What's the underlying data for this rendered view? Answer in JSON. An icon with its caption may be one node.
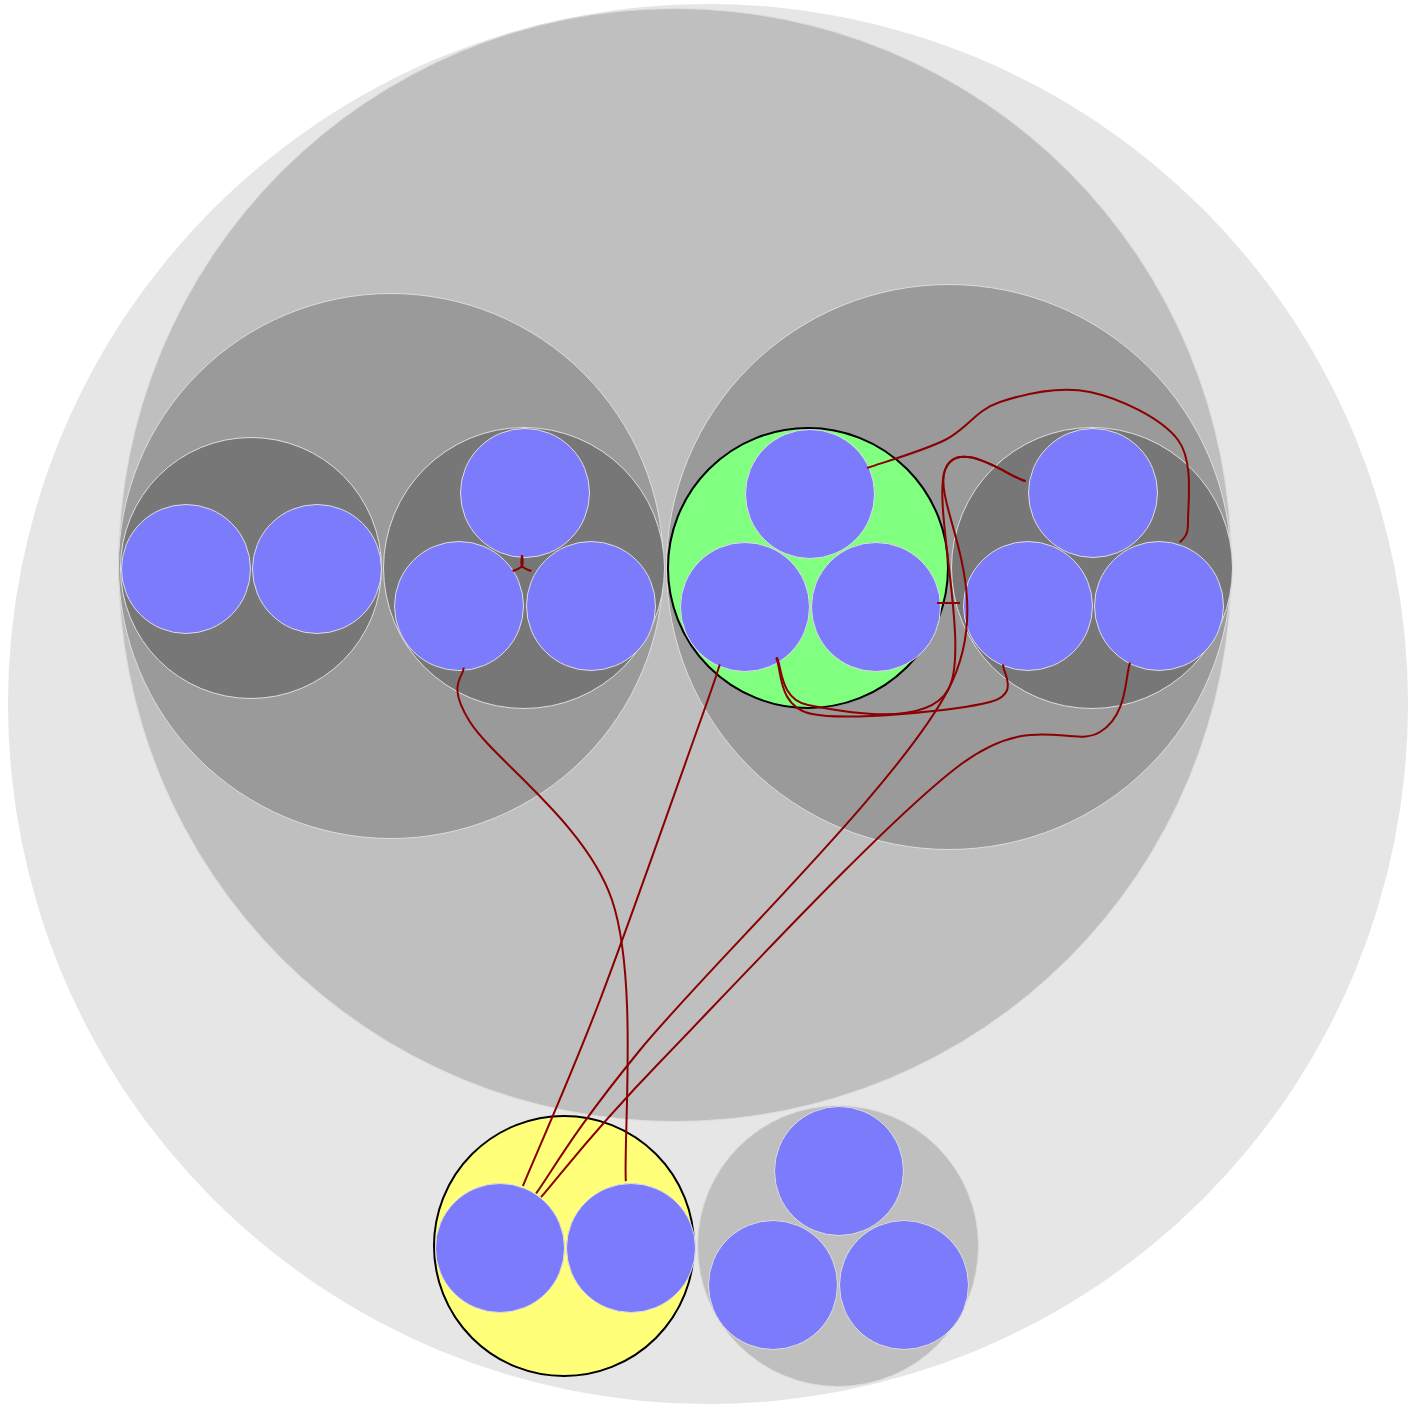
{
  "diagram": {
    "nodes": [
      {
        "text": [],
        "shape": "circle"
      },
      {
        "text": [],
        "shape": "circle",
        "in": 0
      },
      {
        "text": [],
        "shape": "circle",
        "in": 1
      },
      {
        "text": [],
        "shape": "circle",
        "in": 2
      },
      {
        "text": [],
        "shape": "circle",
        "in": 3
      },
      {
        "text": [],
        "shape": "circle",
        "in": 3
      },
      {
        "text": [],
        "shape": "circle",
        "in": 2
      },
      {
        "text": [],
        "shape": "circle",
        "in": 6
      },
      {
        "text": [],
        "shape": "circle",
        "in": 6
      },
      {
        "text": [],
        "shape": "circle",
        "in": 6
      },
      {
        "text": [],
        "shape": "circle",
        "in": 1
      },
      {
        "text": [],
        "shape": "circle",
        "in": 10
      },
      {
        "text": [],
        "shape": "circle",
        "in": 11
      },
      {
        "text": [],
        "shape": "circle",
        "in": 11
      },
      {
        "text": [],
        "shape": "circle",
        "in": 11
      },
      {
        "text": [],
        "shape": "circle",
        "in": 10
      },
      {
        "text": [],
        "shape": "circle",
        "in": 15
      },
      {
        "text": [],
        "shape": "circle",
        "in": 15
      },
      {
        "text": [],
        "shape": "circle",
        "in": 15
      },
      {
        "text": [],
        "shape": "circle",
        "in": 0
      },
      {
        "text": [],
        "shape": "circle",
        "in": 19
      },
      {
        "text": [],
        "shape": "circle",
        "in": 19
      },
      {
        "text": [],
        "shape": "circle",
        "in": 0
      },
      {
        "text": [],
        "shape": "circle",
        "in": 22
      },
      {
        "text": [],
        "shape": "circle",
        "in": 22
      },
      {
        "text": [],
        "shape": "circle",
        "in": 22
      }
    ],
    "edges": [
      {
        "from": 7,
        "to": 8,
        "arrow": "none"
      },
      {
        "from": 7,
        "to": 9,
        "arrow": "none"
      },
      {
        "from": 8,
        "to": 21,
        "arrow": "none"
      },
      {
        "from": 13,
        "to": 20,
        "arrow": "none"
      },
      {
        "from": 16,
        "to": 20,
        "arrow": "none"
      },
      {
        "from": 18,
        "to": 20,
        "arrow": "none"
      },
      {
        "from": 12,
        "to": 18,
        "arrow": "none"
      },
      {
        "from": 14,
        "to": 17,
        "arrow": "none"
      },
      {
        "from": 16,
        "to": 13,
        "arrow": "none"
      },
      {
        "from": 17,
        "to": 13,
        "arrow": "none"
      }
    ]
  }
}
